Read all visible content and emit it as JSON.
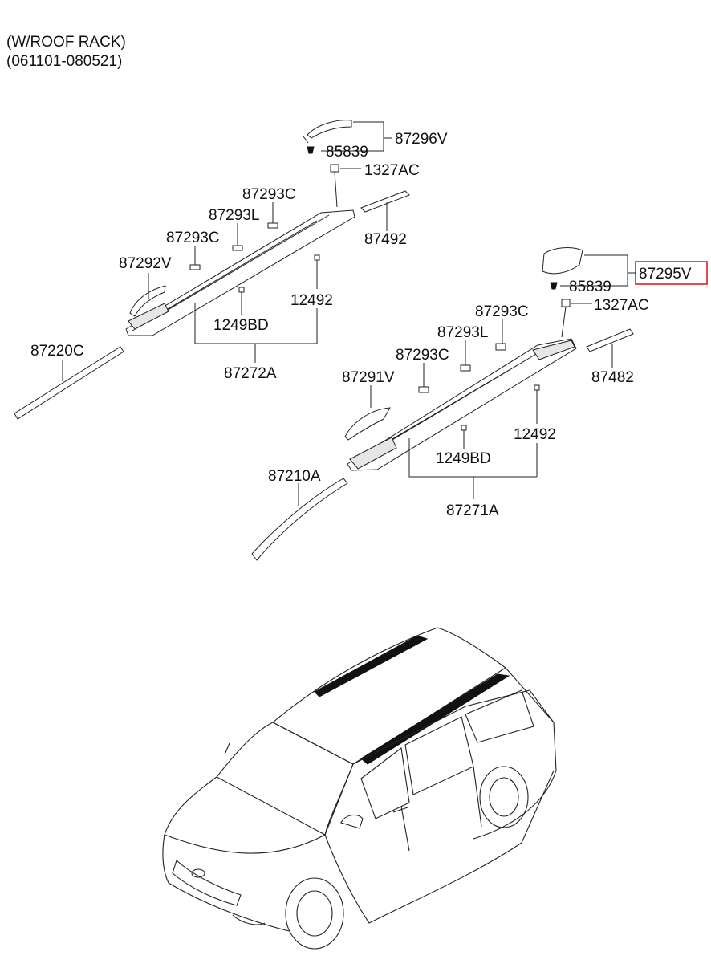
{
  "header": {
    "line1": "(W/ROOF RACK)",
    "line2": "(061101-080521)"
  },
  "labels": {
    "p87296V": "87296V",
    "p85839_top": "85839",
    "p1327AC_top": "1327AC",
    "p87293C_top1": "87293C",
    "p87492": "87492",
    "p87293L_top": "87293L",
    "p87293C_top2": "87293C",
    "p87292V": "87292V",
    "p12492_top": "12492",
    "p1249BD_top": "1249BD",
    "p87220C": "87220C",
    "p87272A": "87272A",
    "p87295V": "87295V",
    "p85839_bot": "85839",
    "p1327AC_bot": "1327AC",
    "p87293C_bot1": "87293C",
    "p87293L_bot": "87293L",
    "p87482": "87482",
    "p87293C_bot2": "87293C",
    "p87291V": "87291V",
    "p12492_bot": "12492",
    "p1249BD_bot": "1249BD",
    "p87210A": "87210A",
    "p87271A": "87271A"
  },
  "highlight": {
    "part": "87295V",
    "color": "#e02020"
  }
}
